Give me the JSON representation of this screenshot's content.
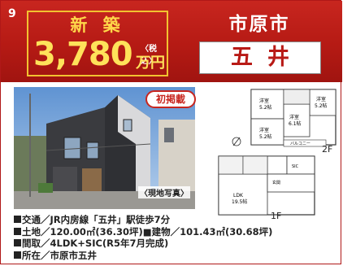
{
  "listing": {
    "number": "9",
    "status": "新 築",
    "price": "3,780",
    "tax_note": "〈税込〉",
    "price_unit": "万円",
    "city": "市原市",
    "area": "五井",
    "badge": "初掲載",
    "photo_caption": "〈現地写真〉"
  },
  "floorplan": {
    "floor2_label": "2F",
    "floor1_label": "1F",
    "rooms_2f": [
      {
        "name": "洋室",
        "size": "5.2帖"
      },
      {
        "name": "洋室",
        "size": "5.2帖"
      },
      {
        "name": "洋室",
        "size": "6.1帖"
      },
      {
        "name": "洋室",
        "size": "5.2帖"
      }
    ],
    "balcony": "バルコニー",
    "ldk": {
      "name": "LDK",
      "size": "19.5帖"
    },
    "entrance": "玄関",
    "sic": "SIC"
  },
  "details": [
    {
      "label": "交通",
      "value": "JR内房線「五井」駅徒歩7分"
    },
    {
      "label": "土地",
      "value": "120.00㎡(36.30坪)■建物／101.43㎡(30.68坪)"
    },
    {
      "label": "間取",
      "value": "4LDK+SIC(R5年7月完成)"
    },
    {
      "label": "所在",
      "value": "市原市五井"
    }
  ],
  "colors": {
    "brand_red": "#b51a14",
    "gold": "#f2c230",
    "price_yellow": "#ffe25a"
  }
}
